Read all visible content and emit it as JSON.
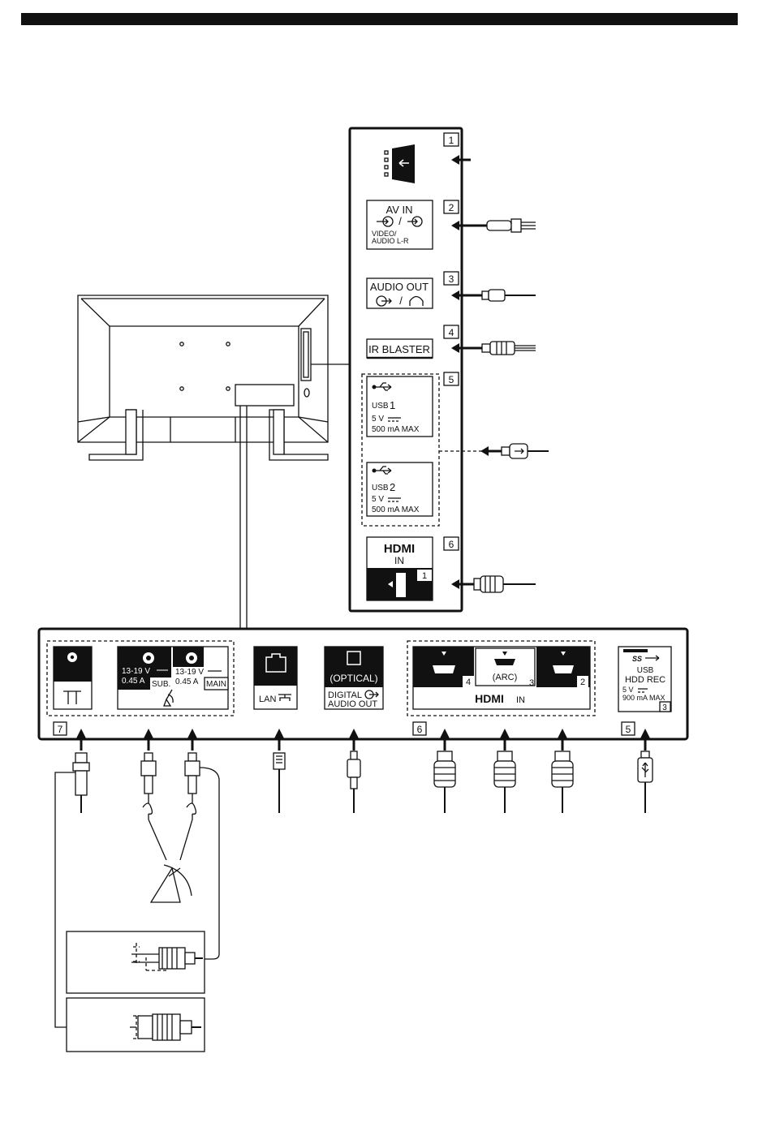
{
  "ports_side": {
    "n1": "1",
    "n2": "2",
    "av_in": "AV IN",
    "video_audio_1": "VIDEO/",
    "video_audio_2": "AUDIO L-R",
    "n3": "3",
    "audio_out": "AUDIO OUT",
    "n4": "4",
    "ir_blaster": "IR BLASTER",
    "n5": "5",
    "usb1_label": "USB",
    "usb1_num": "1",
    "usb1_power": "5 V",
    "usb1_current": "500 mA MAX",
    "usb2_label": "USB",
    "usb2_num": "2",
    "usb2_power": "5 V",
    "usb2_current": "500 mA MAX",
    "n6": "6",
    "hdmi_logo": "HDMI",
    "hdmi_in": "IN",
    "hdmi1_num": "1"
  },
  "ports_bottom": {
    "n7": "7",
    "sat_sub_voltage": "13-19 V",
    "sat_sub_current": "0.45 A",
    "sat_sub": "SUB.",
    "sat_main_voltage": "13-19 V",
    "sat_main_current": "0.45 A",
    "sat_main": "MAIN",
    "lan": "LAN",
    "optical": "(OPTICAL)",
    "digital": "DIGITAL",
    "audio_out": "AUDIO OUT",
    "n6": "6",
    "hdmi4_num": "4",
    "arc": "(ARC)",
    "hdmi3_num": "3",
    "hdmi2_num": "2",
    "hdmi_logo": "HDMI",
    "hdmi_in": "IN",
    "n5": "5",
    "usb": "USB",
    "hdd_rec": "HDD REC",
    "usb3_power": "5 V",
    "usb3_current": "900 mA MAX",
    "usb3_num": "3"
  }
}
